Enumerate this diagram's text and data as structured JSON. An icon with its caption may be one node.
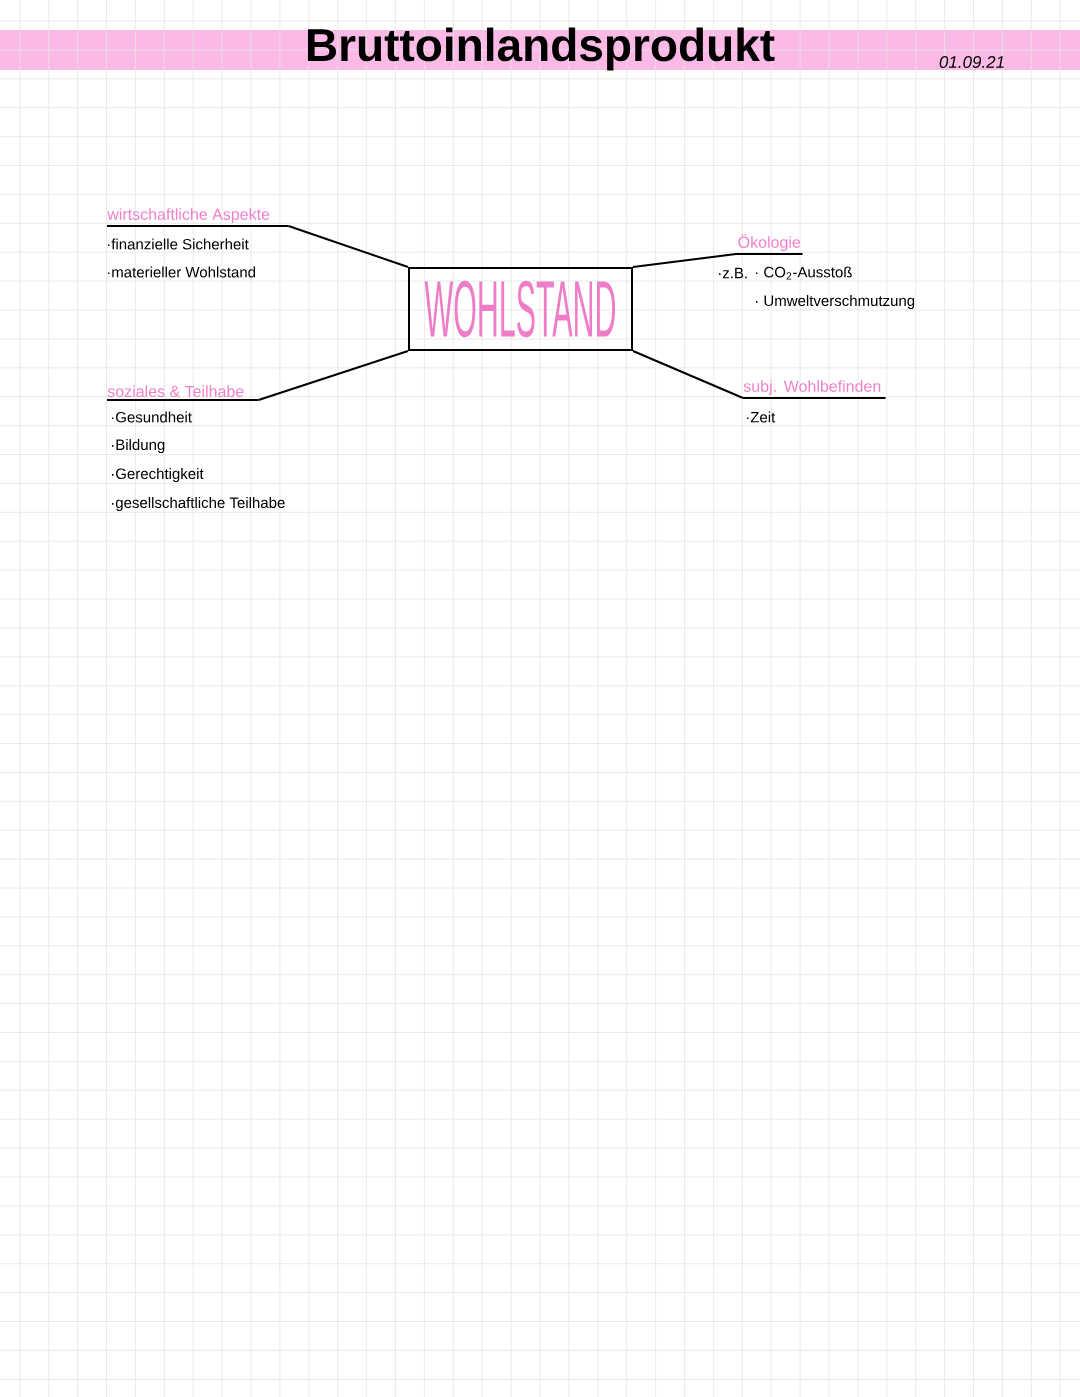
{
  "diagram": {
    "title": "Bruttoinlandsprodukt",
    "nodes": [
      {
        "text": [
          "WOHLSTAND"
        ]
      },
      {
        "text": [
          "wirtschaftliche Aspekte",
          "·finanzielle Sicherheit",
          "·materieller Wohlstand"
        ]
      },
      {
        "text": [
          "soziales & Teilhabe",
          "·Gesundheit",
          "·Bildung",
          "·Gerechtigkeit",
          "·gesellschaftliche Teilhabe"
        ]
      },
      {
        "text": [
          "Ökologie",
          "·z.B.",
          "· CO$_{2}$-Ausstoß",
          "· Umweltverschmutzung"
        ]
      },
      {
        "text": [
          "subj. Wohlbefinden",
          "·Zeit"
        ]
      }
    ],
    "edges": [
      {
        "from": 0,
        "to": 1,
        "arrow": "none"
      },
      {
        "from": 0,
        "to": 2,
        "arrow": "none"
      },
      {
        "from": 0,
        "to": 3,
        "arrow": "none"
      },
      {
        "from": 0,
        "to": 4,
        "arrow": "none"
      }
    ],
    "labels": [
      "01.09.21"
    ]
  }
}
